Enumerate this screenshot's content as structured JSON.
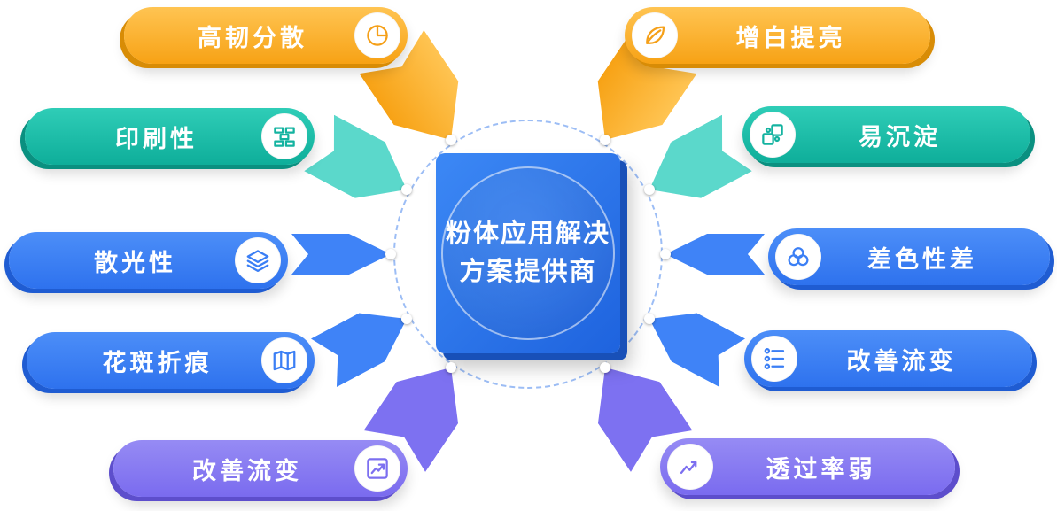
{
  "center": {
    "title_line1": "粉体应用解决",
    "title_line2": "方案提供商"
  },
  "left_items": [
    {
      "label": "高韧分散",
      "icon": "pie-chart-icon",
      "color": "#F8A41C"
    },
    {
      "label": "印刷性",
      "icon": "printing-blocks-icon",
      "color": "#12B3A0"
    },
    {
      "label": "散光性",
      "icon": "layers-icon",
      "color": "#3B7FF5"
    },
    {
      "label": "花斑折痕",
      "icon": "map-fold-icon",
      "color": "#3B7FF5"
    },
    {
      "label": "改善流变",
      "icon": "trend-edit-icon",
      "color": "#7C6FF0"
    }
  ],
  "right_items": [
    {
      "label": "增白提亮",
      "icon": "leaf-icon",
      "color": "#F8A41C"
    },
    {
      "label": "易沉淀",
      "icon": "puzzle-icon",
      "color": "#12B3A0"
    },
    {
      "label": "差色性差",
      "icon": "overlap-circles-icon",
      "color": "#3B7FF5"
    },
    {
      "label": "改善流变",
      "icon": "sliders-icon",
      "color": "#3B7FF5"
    },
    {
      "label": "透过率弱",
      "icon": "line-chart-icon",
      "color": "#7C6FF0"
    }
  ],
  "palette": {
    "orange": "#F8A41C",
    "teal": "#12B3A0",
    "blue": "#3B7FF5",
    "purple": "#7C6FF0",
    "center_blue": "#2470E8",
    "dashed_ring": "#9CBDF5"
  }
}
